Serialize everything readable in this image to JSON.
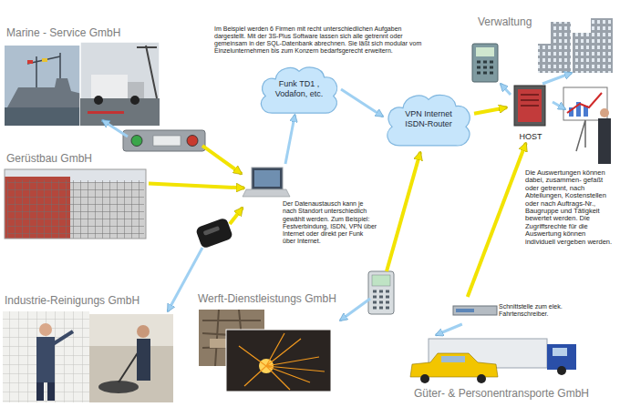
{
  "diagram": {
    "nodes": [
      {
        "text": [
          "Marine - Service GmbH"
        ]
      },
      {
        "text": [
          "Funk TD1 , Vodafon, etc."
        ]
      },
      {
        "text": [
          "VPN Internet ISDN-Router"
        ]
      },
      {
        "text": [
          "Verwaltung"
        ]
      },
      {
        "text": [
          "HOST"
        ]
      },
      {
        "text": [
          "Gerüstbau GmbH"
        ]
      },
      {
        "text": [
          "Der Datenaustausch kann je nach Standort unterschiedlich gewählt werden. Zum Beispiel: Festverbindung, ISDN, VPN über Internet oder direkt per Funk über Internet."
        ]
      },
      {
        "text": [
          "Industrie-Reinigungs GmbH"
        ]
      },
      {
        "text": [
          "Werft-Dienstleistungs GmbH"
        ]
      },
      {
        "text": [
          "Schnittstelle zum elek. Fahrtenschreiber."
        ]
      },
      {
        "text": [
          "Güter- & Personentransporte GmbH"
        ]
      }
    ],
    "edges": [
      {
        "from": 6,
        "to": 1,
        "arrow": "to"
      },
      {
        "from": 1,
        "to": 2,
        "arrow": "to"
      },
      {
        "from": 2,
        "to": 4,
        "arrow": "to"
      },
      {
        "from": 4,
        "to": 3,
        "arrow": "to"
      },
      {
        "from": 5,
        "to": 6,
        "arrow": "to"
      },
      {
        "from": 9,
        "to": 4,
        "arrow": "to"
      },
      {
        "from": 9,
        "to": 10,
        "arrow": "to"
      }
    ],
    "labels": [
      "Im Beispiel werden 6 Firmen mit recht unterschiedlichen Aufgaben dargestellt. Mit der 3S-Plus Software lassen sich alle getrennt oder gemeinsam in der SQL-Datenbank abrechnen. Sie läßt sich modular vom Einzelunternehmen bis zum Konzern bedarfsgerecht erweitern.",
      "Die Auswertungen können dabei, zusammen- gefaßt oder getrennt, nach Abteilungen, Kostenstellen oder nach Auftrags-Nr., Baugruppe und Tätigkeit bewertet werden. Die Zugriffsrechte für die Auswertung können individuell vergeben werden."
    ]
  }
}
